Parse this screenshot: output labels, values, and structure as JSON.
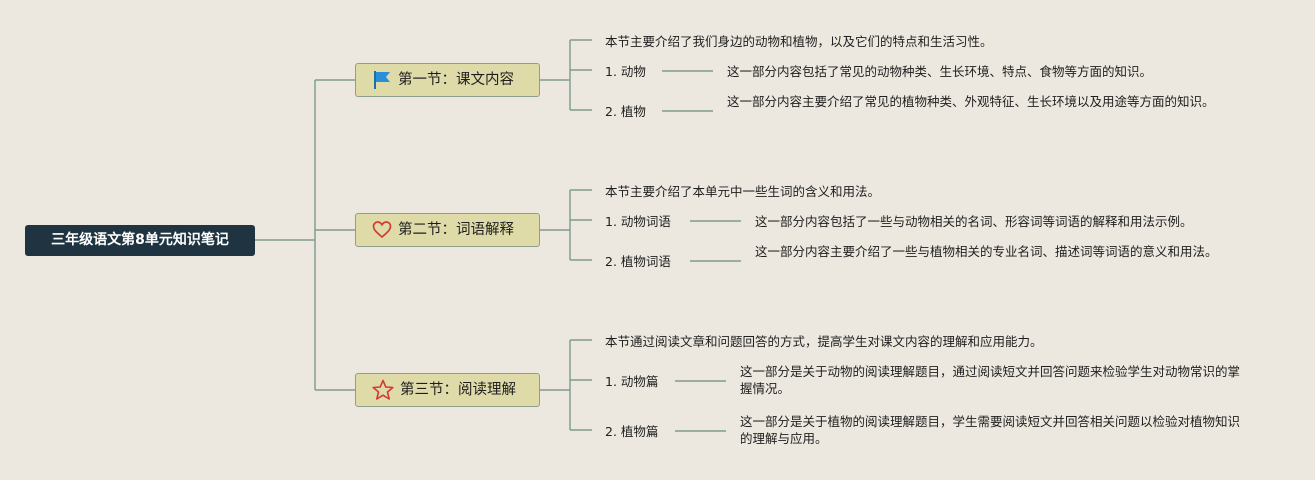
{
  "root": {
    "title": "三年级语文第8单元知识笔记"
  },
  "sections": [
    {
      "label": "第一节：课文内容",
      "icon": "flag-icon",
      "intro": "本节主要介绍了我们身边的动物和植物，以及它们的特点和生活习性。",
      "items": [
        {
          "label": "1. 动物",
          "desc": "这一部分内容包括了常见的动物种类、生长环境、特点、食物等方面的知识。"
        },
        {
          "label": "2. 植物",
          "desc": "这一部分内容主要介绍了常见的植物种类、外观特征、生长环境以及用途等方面的知识。"
        }
      ]
    },
    {
      "label": "第二节：词语解释",
      "icon": "heart-icon",
      "intro": "本节主要介绍了本单元中一些生词的含义和用法。",
      "items": [
        {
          "label": "1. 动物词语",
          "desc": "这一部分内容包括了一些与动物相关的名词、形容词等词语的解释和用法示例。"
        },
        {
          "label": "2. 植物词语",
          "desc": "这一部分内容主要介绍了一些与植物相关的专业名词、描述词等词语的意义和用法。"
        }
      ]
    },
    {
      "label": "第三节：阅读理解",
      "icon": "star-icon",
      "intro": "本节通过阅读文章和问题回答的方式，提高学生对课文内容的理解和应用能力。",
      "items": [
        {
          "label": "1. 动物篇",
          "desc": "这一部分是关于动物的阅读理解题目，通过阅读短文并回答问题来检验学生对动物常识的掌握情况。"
        },
        {
          "label": "2. 植物篇",
          "desc": "这一部分是关于植物的阅读理解题目，学生需要阅读短文并回答相关问题以检验对植物知识的理解与应用。"
        }
      ]
    }
  ],
  "colors": {
    "root_bg": "#1f3440",
    "section_bg": "#dfdba9",
    "line": "#7e9a8e",
    "page_bg": "#ece8df"
  }
}
